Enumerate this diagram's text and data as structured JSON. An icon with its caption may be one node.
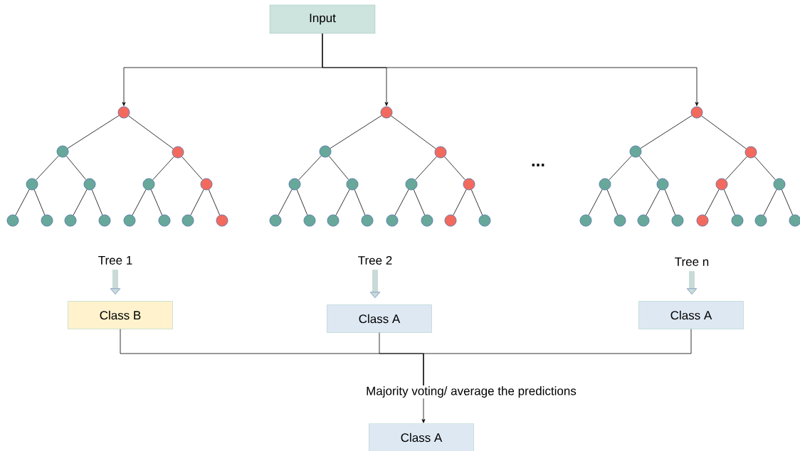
{
  "diagram": {
    "nodes": [
      {
        "text": [
          "Input"
        ]
      },
      {
        "text": [],
        "shape": "circle"
      },
      {
        "text": [],
        "shape": "circle"
      },
      {
        "text": [],
        "shape": "circle"
      },
      {
        "text": [],
        "shape": "circle"
      },
      {
        "text": [],
        "shape": "circle"
      },
      {
        "text": [],
        "shape": "circle"
      },
      {
        "text": [],
        "shape": "circle"
      },
      {
        "text": [],
        "shape": "circle"
      },
      {
        "text": [],
        "shape": "circle"
      },
      {
        "text": [],
        "shape": "circle"
      },
      {
        "text": [],
        "shape": "circle"
      },
      {
        "text": [],
        "shape": "circle"
      },
      {
        "text": [],
        "shape": "circle"
      },
      {
        "text": [],
        "shape": "circle"
      },
      {
        "text": [],
        "shape": "circle"
      },
      {
        "text": [],
        "shape": "circle"
      },
      {
        "text": [],
        "shape": "circle"
      },
      {
        "text": [],
        "shape": "circle"
      },
      {
        "text": [],
        "shape": "circle"
      },
      {
        "text": [],
        "shape": "circle"
      },
      {
        "text": [],
        "shape": "circle"
      },
      {
        "text": [],
        "shape": "circle"
      },
      {
        "text": [],
        "shape": "circle"
      },
      {
        "text": [],
        "shape": "circle"
      },
      {
        "text": [],
        "shape": "circle"
      },
      {
        "text": [],
        "shape": "circle"
      },
      {
        "text": [],
        "shape": "circle"
      },
      {
        "text": [],
        "shape": "circle"
      },
      {
        "text": [],
        "shape": "circle"
      },
      {
        "text": [],
        "shape": "circle"
      },
      {
        "text": [],
        "shape": "circle"
      },
      {
        "text": [],
        "shape": "circle"
      },
      {
        "text": [],
        "shape": "circle"
      },
      {
        "text": [],
        "shape": "circle"
      },
      {
        "text": [],
        "shape": "circle"
      },
      {
        "text": [],
        "shape": "circle"
      },
      {
        "text": [],
        "shape": "circle"
      },
      {
        "text": [],
        "shape": "circle"
      },
      {
        "text": [],
        "shape": "circle"
      },
      {
        "text": [],
        "shape": "circle"
      },
      {
        "text": [],
        "shape": "circle"
      },
      {
        "text": [],
        "shape": "circle"
      },
      {
        "text": [],
        "shape": "circle"
      },
      {
        "text": [],
        "shape": "circle"
      },
      {
        "text": [],
        "shape": "circle"
      },
      {
        "text": [
          "Tree 1"
        ]
      },
      {
        "text": [
          "Tree 2"
        ]
      },
      {
        "text": [
          "Tree n"
        ]
      },
      {
        "text": [
          "Class B"
        ]
      },
      {
        "text": [
          "Class A"
        ]
      },
      {
        "text": [
          "Class A"
        ]
      },
      {
        "text": [
          "Majority voting/ average the predictions"
        ]
      },
      {
        "text": [
          "Class A"
        ]
      }
    ],
    "edges": [
      {
        "from": 0,
        "to": 1,
        "arrow": "to"
      },
      {
        "from": 0,
        "to": 16,
        "arrow": "to"
      },
      {
        "from": 0,
        "to": 31,
        "arrow": "to"
      },
      {
        "from": 1,
        "to": 2,
        "arrow": "none"
      },
      {
        "from": 1,
        "to": 3,
        "arrow": "none"
      },
      {
        "from": 2,
        "to": 4,
        "arrow": "none"
      },
      {
        "from": 2,
        "to": 5,
        "arrow": "none"
      },
      {
        "from": 3,
        "to": 6,
        "arrow": "none"
      },
      {
        "from": 3,
        "to": 7,
        "arrow": "none"
      },
      {
        "from": 4,
        "to": 8,
        "arrow": "none"
      },
      {
        "from": 4,
        "to": 9,
        "arrow": "none"
      },
      {
        "from": 5,
        "to": 10,
        "arrow": "none"
      },
      {
        "from": 5,
        "to": 11,
        "arrow": "none"
      },
      {
        "from": 6,
        "to": 12,
        "arrow": "none"
      },
      {
        "from": 6,
        "to": 13,
        "arrow": "none"
      },
      {
        "from": 7,
        "to": 14,
        "arrow": "none"
      },
      {
        "from": 7,
        "to": 15,
        "arrow": "none"
      },
      {
        "from": 16,
        "to": 17,
        "arrow": "none"
      },
      {
        "from": 16,
        "to": 18,
        "arrow": "none"
      },
      {
        "from": 17,
        "to": 19,
        "arrow": "none"
      },
      {
        "from": 17,
        "to": 20,
        "arrow": "none"
      },
      {
        "from": 18,
        "to": 21,
        "arrow": "none"
      },
      {
        "from": 18,
        "to": 22,
        "arrow": "none"
      },
      {
        "from": 19,
        "to": 23,
        "arrow": "none"
      },
      {
        "from": 19,
        "to": 24,
        "arrow": "none"
      },
      {
        "from": 20,
        "to": 25,
        "arrow": "none"
      },
      {
        "from": 20,
        "to": 26,
        "arrow": "none"
      },
      {
        "from": 21,
        "to": 27,
        "arrow": "none"
      },
      {
        "from": 21,
        "to": 28,
        "arrow": "none"
      },
      {
        "from": 22,
        "to": 29,
        "arrow": "none"
      },
      {
        "from": 22,
        "to": 30,
        "arrow": "none"
      },
      {
        "from": 31,
        "to": 32,
        "arrow": "none"
      },
      {
        "from": 31,
        "to": 33,
        "arrow": "none"
      },
      {
        "from": 32,
        "to": 34,
        "arrow": "none"
      },
      {
        "from": 32,
        "to": 35,
        "arrow": "none"
      },
      {
        "from": 33,
        "to": 36,
        "arrow": "none"
      },
      {
        "from": 33,
        "to": 37,
        "arrow": "none"
      },
      {
        "from": 34,
        "to": 38,
        "arrow": "none"
      },
      {
        "from": 34,
        "to": 39,
        "arrow": "none"
      },
      {
        "from": 35,
        "to": 40,
        "arrow": "none"
      },
      {
        "from": 35,
        "to": 41,
        "arrow": "none"
      },
      {
        "from": 36,
        "to": 42,
        "arrow": "none"
      },
      {
        "from": 36,
        "to": 43,
        "arrow": "none"
      },
      {
        "from": 37,
        "to": 44,
        "arrow": "none"
      },
      {
        "from": 37,
        "to": 45,
        "arrow": "none"
      },
      {
        "from": 46,
        "to": 49,
        "arrow": "to",
        "style": "thick",
        "color": "#c9dad8"
      },
      {
        "from": 47,
        "to": 50,
        "arrow": "to",
        "style": "thick",
        "color": "#c9dad8"
      },
      {
        "from": 48,
        "to": 51,
        "arrow": "to",
        "style": "thick",
        "color": "#c9dad8"
      },
      {
        "from": 49,
        "to": 52,
        "arrow": "none"
      },
      {
        "from": 50,
        "to": 52,
        "arrow": "none"
      },
      {
        "from": 51,
        "to": 52,
        "arrow": "none"
      },
      {
        "from": 52,
        "to": 53,
        "arrow": "to"
      }
    ],
    "labels": [
      "..."
    ]
  }
}
